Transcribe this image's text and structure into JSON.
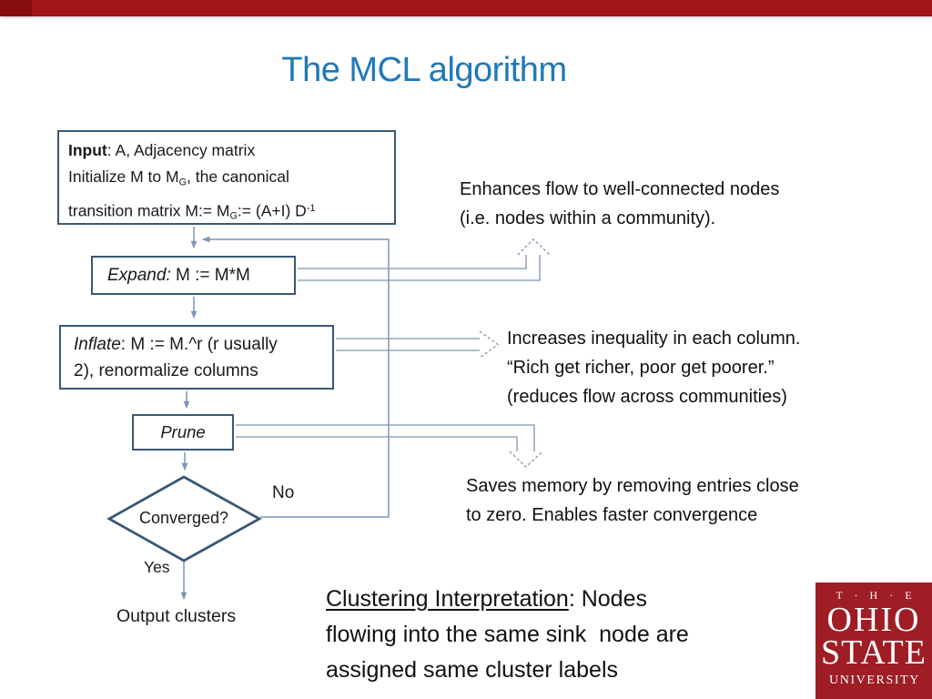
{
  "slide": {
    "title": "The MCL algorithm"
  },
  "colors": {
    "top_bar": "#A11616",
    "top_bar_accent": "#870D0D",
    "title_blue": "#1F78B8",
    "box_border": "#3A5878",
    "connector": "#7E95B3",
    "logo_red": "#9F1D24"
  },
  "flowchart": {
    "input_box": {
      "line1_bold": "Input",
      "line1_rest": ": A, Adjacency matrix",
      "line2_pre": "Initialize M to M",
      "line2_sub": "G",
      "line2_rest": ", the canonical",
      "line3_pre": "transition matrix M:= M",
      "line3_sub": "G",
      "line3_mid": ":= (A+I) D",
      "line3_sup": "-1"
    },
    "expand_box": {
      "italic": "Expand:",
      "rest": " M := M*M"
    },
    "inflate_box": {
      "italic": "Inflate",
      "line1_rest": ": M := M.^r (r usually",
      "line2": "2), renormalize columns"
    },
    "prune_box": {
      "label": "Prune"
    },
    "decision": {
      "label": "Converged?"
    },
    "no_label": "No",
    "yes_label": "Yes",
    "output_label": "Output clusters"
  },
  "annotations": {
    "expand_note": {
      "line1": "Enhances flow to well-connected nodes",
      "line2": "(i.e. nodes within a community)."
    },
    "inflate_note": {
      "line1": "Increases inequality in each column.",
      "line2": "“Rich get richer, poor get poorer.”",
      "line3": "(reduces flow across communities)"
    },
    "prune_note": {
      "line1": "Saves memory by removing entries close",
      "line2": "to zero. Enables faster convergence"
    },
    "cluster_note": {
      "underlined": "Clustering Interpretation",
      "rest1": ": Nodes",
      "line2": "flowing into the same sink  node are",
      "line3": "assigned same cluster labels"
    }
  },
  "logo": {
    "the": "T · H · E",
    "ohio": "OHIO",
    "state": "STATE",
    "university": "UNIVERSITY"
  }
}
